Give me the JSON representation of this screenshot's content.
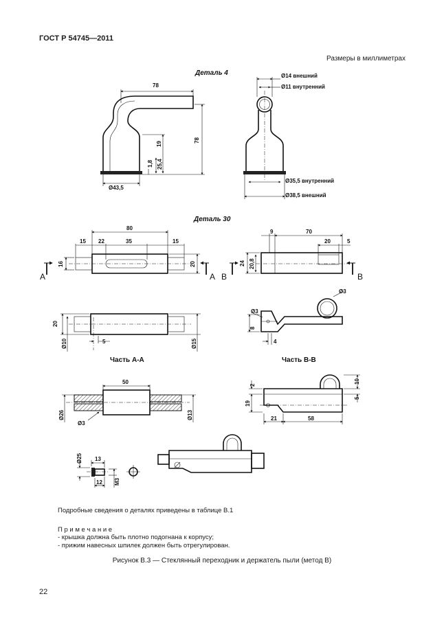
{
  "header": {
    "standard": "ГОСТ Р 54745—2011"
  },
  "units_note": "Размеры в миллиметрах",
  "detail4": {
    "title": "Деталь 4",
    "dims": {
      "d78_top": "78",
      "d78_side": "78",
      "d19": "19",
      "d25_4": "25,4",
      "d1_8": "1,8",
      "d43_5": "Ø43,5",
      "d14_ext": "Ø14 внешний",
      "d11_int": "Ø11 внутренний",
      "d35_5_int": "Ø35,5 внутренний",
      "d38_5_ext": "Ø38,5 внешний"
    }
  },
  "detail30": {
    "title": "Деталь 30",
    "dims": {
      "d80": "80",
      "d15a": "15",
      "d22": "22",
      "d35": "35",
      "d15b": "15",
      "d16": "16",
      "d20": "20",
      "d9": "9",
      "d70": "70",
      "d20b": "20",
      "d5": "5",
      "d24": "24",
      "d20_8": "20,8",
      "d10": "Ø10",
      "d20c": "20",
      "d5b": "5",
      "d15dia": "Ø15",
      "d3a": "Ø3",
      "d3b": "Ø3",
      "d8": "8",
      "d4": "4",
      "d50": "50",
      "d26": "Ø26",
      "d13": "Ø13",
      "d3c": "Ø3",
      "d2": "2",
      "d10b": "10",
      "d5c": "5",
      "d19b": "19",
      "d21": "21",
      "d58": "58",
      "d25": "Ø25",
      "d13b": "13",
      "d12": "12",
      "m3": "M3"
    },
    "section_aa": "Часть А-А",
    "section_bb": "Часть В-В",
    "cut_a": "A",
    "cut_b": "B"
  },
  "notes": {
    "details_ref": "Подробные сведения о деталях приведены в таблице В.1",
    "note_heading": "П р и м е ч а н и е",
    "note_1": "- крышка должна быть плотно подогнана к корпусу;",
    "note_2": "- прижим навесных шпилек должен быть отрегулирован."
  },
  "caption": "Рисунок В.3 — Стеклянный переходник и держатель пыли (метод В)",
  "page_number": "22"
}
